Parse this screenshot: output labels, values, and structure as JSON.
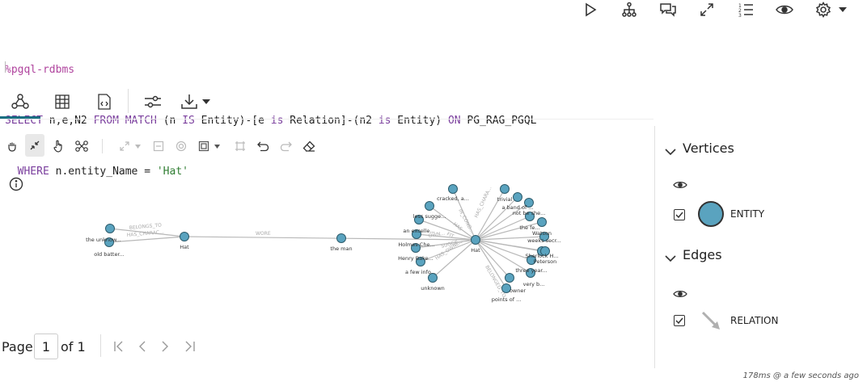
{
  "toolbar_top": {
    "icons": [
      "run-icon",
      "hierarchy-icon",
      "comments-icon",
      "expand-icon",
      "numbered-list-icon",
      "visibility-icon",
      "settings-icon"
    ]
  },
  "code": {
    "magic": "%pgql-rdbms",
    "line2": {
      "kw1": "SELECT",
      "t1": " n,e,N2 ",
      "kw2": "FROM MATCH",
      "t2": " (n ",
      "kw3": "IS",
      "t3": " Entity)-[e ",
      "kw4": "is",
      "t4": " Relation]-(n2 ",
      "kw5": "is",
      "t5": " Entity) ",
      "kw6": "ON",
      "t6": " PG_RAG_PGQL"
    },
    "line3": {
      "kw1": "WHERE",
      "t1": " n.entity_Name = ",
      "str": "'Hat'"
    }
  },
  "view_tabs": [
    "graph-view-tab",
    "table-view-tab",
    "json-view-tab",
    "settings-tab",
    "download-tab"
  ],
  "graph": {
    "edge_labels": [
      "BELONGS_TO",
      "HAS_CHARAC...",
      "WORE",
      "IN_COND...",
      "HAS",
      "FIT",
      "OWN...",
      "SUGGE...",
      "HAS_OWNE...",
      "HAS_CHARA...",
      "BELONGED_TO"
    ],
    "node_labels": {
      "the_unknown": "the unknow...",
      "old_battered": "old batter...",
      "hat_left": "Hat",
      "the_man": "the man",
      "hat_center": "Hat",
      "cracked": "cracked, a...",
      "trivial": "trivial",
      "a_band_of": "a band of ...",
      "not_be_she": "not be she...",
      "less_sugge": "less sugge...",
      "the_fe": "the fe...",
      "an_excellent": "an excelle...",
      "watson": "Watson",
      "holmes": "Holmes Che...",
      "weeks_secret": "weeks secr...",
      "henry_baker": "Henry Bake...",
      "sherlock": "Sherlock H...",
      "peterson": "Peterson",
      "three_year": "three year...",
      "a_few_info": "a few info...",
      "very_b": "very b...",
      "unknown": "unknown",
      "owner": "owner",
      "points_of": "points of ..."
    }
  },
  "sidebar": {
    "vertices_title": "Vertices",
    "vertex_entity": "ENTITY",
    "edges_title": "Edges",
    "edge_relation": "RELATION",
    "node_color": "#5aa3bf"
  },
  "pager": {
    "page_label": "Page",
    "page_value": "1",
    "of_label": "of 1"
  },
  "footer": {
    "timing": "178ms @ a few seconds ago"
  }
}
